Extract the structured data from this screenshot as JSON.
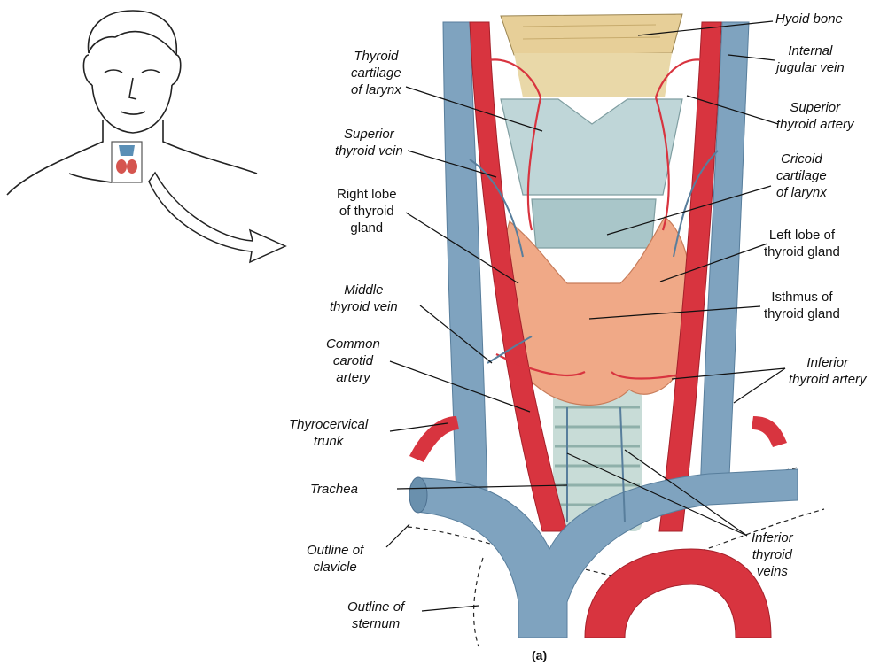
{
  "labels": {
    "hyoid_bone": "Hyoid bone",
    "internal_jugular_vein": "Internal\njugular vein",
    "thyroid_cartilage": "Thyroid\ncartilage\nof larynx",
    "superior_thyroid_artery": "Superior\nthyroid artery",
    "superior_thyroid_vein": "Superior\nthyroid vein",
    "cricoid_cartilage": "Cricoid\ncartilage\nof larynx",
    "right_lobe": "Right lobe\nof thyroid\ngland",
    "left_lobe": "Left  lobe of\nthyroid gland",
    "middle_thyroid_vein": "Middle\nthyroid vein",
    "isthmus": "Isthmus of\nthyroid gland",
    "common_carotid": "Common\ncarotid\nartery",
    "inferior_thyroid_artery": "Inferior\nthyroid artery",
    "thyrocervical_trunk": "Thyrocervical\ntrunk",
    "trachea": "Trachea",
    "inferior_thyroid_veins": "Inferior\nthyroid\nveins",
    "outline_clavicle": "Outline of\nclavicle",
    "outline_sternum": "Outline of\nsternum"
  },
  "caption": "(a)",
  "colors": {
    "vein": "#7fa3bf",
    "artery": "#d8343f",
    "cartilage": "#bfd6d8",
    "hyoid": "#e7cf98",
    "gland": "#f0a987",
    "trachea": "#c8dcd7"
  }
}
